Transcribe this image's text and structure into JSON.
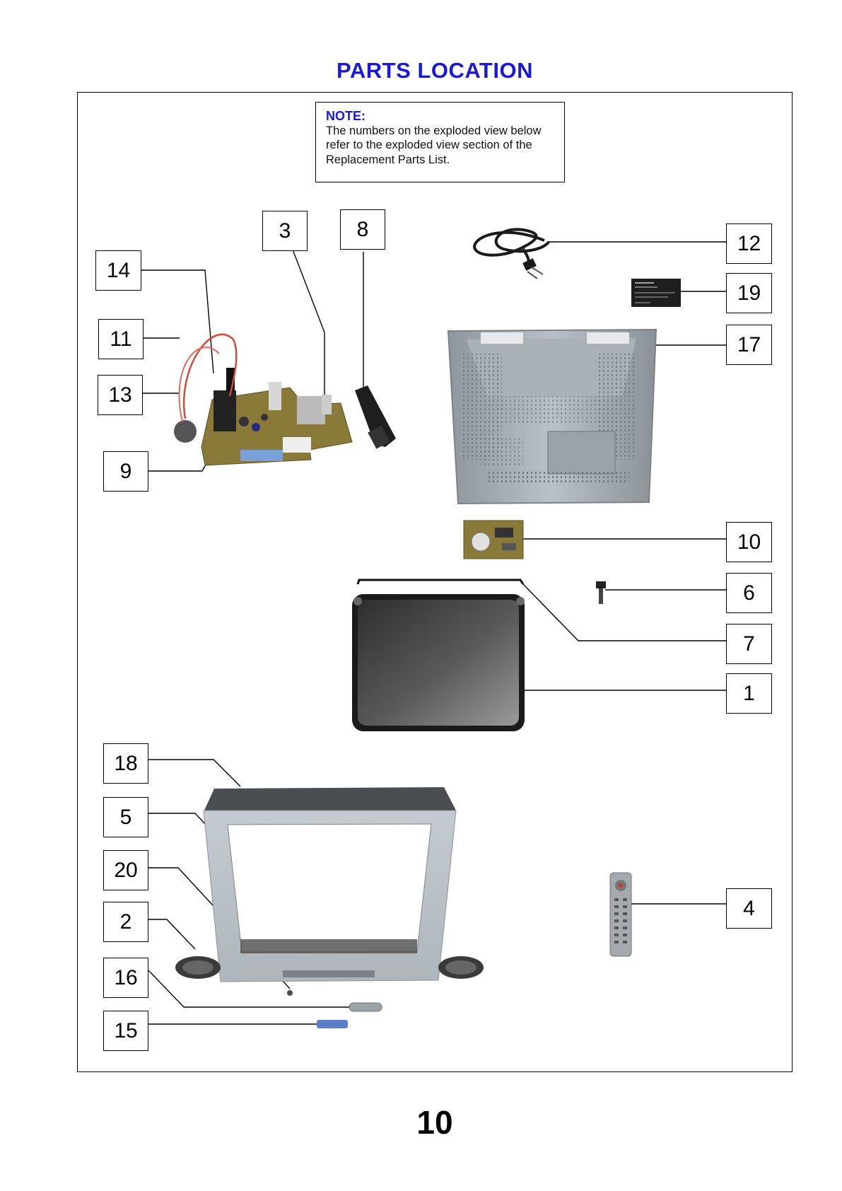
{
  "page": {
    "title": "PARTS LOCATION",
    "page_number": "10"
  },
  "note": {
    "heading": "NOTE:",
    "lines": [
      "The numbers on the exploded view below",
      "refer to the exploded view section of the",
      "Replacement Parts List."
    ]
  },
  "callouts": {
    "c1": "1",
    "c2": "2",
    "c3": "3",
    "c4": "4",
    "c5": "5",
    "c6": "6",
    "c7": "7",
    "c8": "8",
    "c9": "9",
    "c10": "10",
    "c11": "11",
    "c12": "12",
    "c13": "13",
    "c14": "14",
    "c15": "15",
    "c16": "16",
    "c17": "17",
    "c18": "18",
    "c19": "19",
    "c20": "20"
  },
  "colors": {
    "title": "#1a1ad6",
    "cabinet": "#9aa3a8",
    "pcb": "#8a7a3a",
    "crt": "#4a4a4a"
  }
}
